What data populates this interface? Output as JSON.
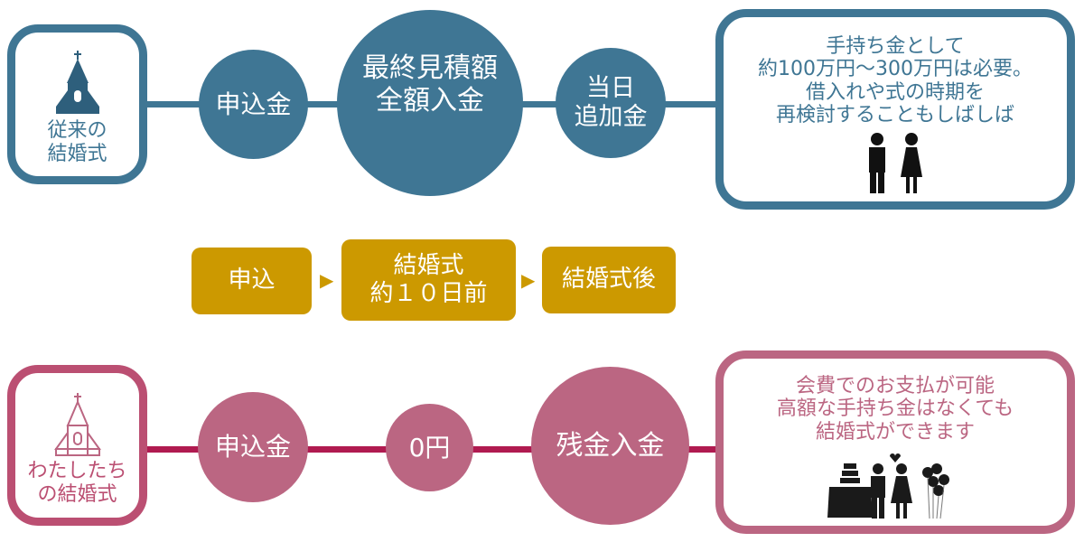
{
  "colors": {
    "blue": "#3f7694",
    "gold": "#cc9900",
    "pink": "#bb6682",
    "pink_line": "#b01a50"
  },
  "traditional": {
    "label": "従来の\n結婚式",
    "steps": [
      "申込金",
      "最終見積額\n全額入金",
      "当日\n追加金"
    ],
    "note": "手持ち金として\n約100万円～300万円は必要。\n借入れや式の時期を\n再検討することもしばしば",
    "icon": "church-icon"
  },
  "timeline": {
    "steps": [
      "申込",
      "結婚式\n約１０日前",
      "結婚式後"
    ],
    "arrow": "▶"
  },
  "ours": {
    "label": "わたしたち\nの結婚式",
    "steps": [
      "申込金",
      "0円",
      "残金入金"
    ],
    "note": "会費でのお支払が可能\n高額な手持ち金はなくても\n結婚式ができます",
    "icon": "church-icon"
  }
}
